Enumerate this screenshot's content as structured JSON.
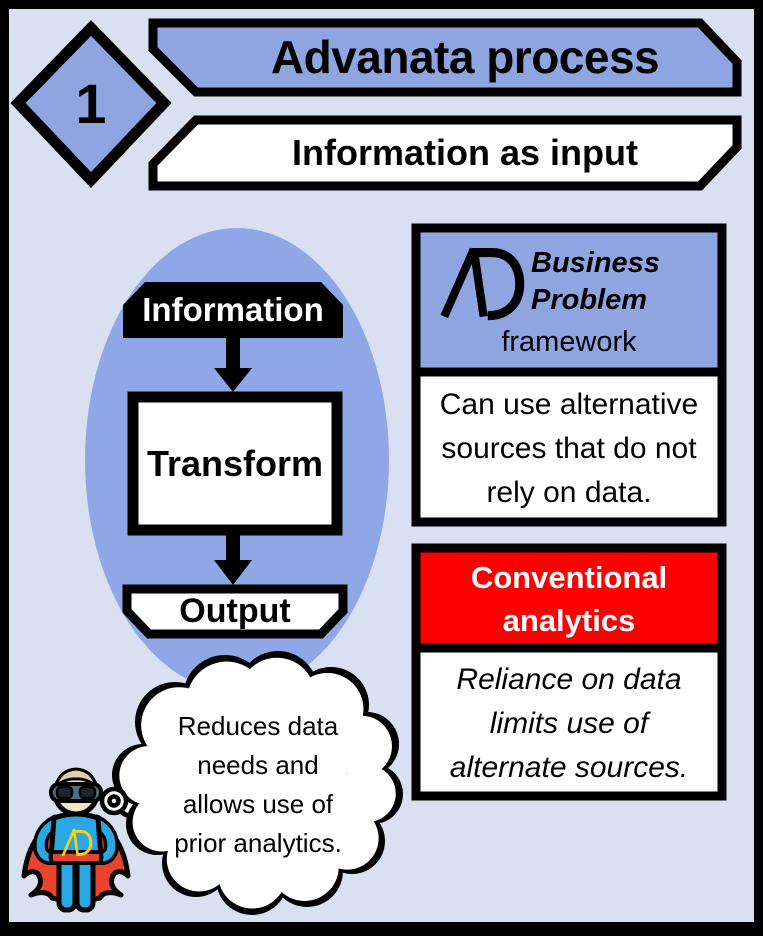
{
  "colors": {
    "background": "#D8E0F2",
    "panel_blue": "#8EA5E2",
    "alert_red": "#FF0000",
    "outline_black": "#000000",
    "card_white": "#FFFFFF",
    "hero_suit_blue": "#29A8E3",
    "hero_cape_red": "#E8432C",
    "hero_skin": "#F2E4C4",
    "logo_yellow": "#F6CE1C"
  },
  "step": {
    "number": "1"
  },
  "header": {
    "title": "Advanata process",
    "subtitle": "Information as input"
  },
  "flow": {
    "input_label": "Information",
    "transform_label": "Transform",
    "output_label": "Output"
  },
  "framework_card": {
    "logo_name": "AD-monogram",
    "brand_line1": "Business",
    "brand_line2": "Problem",
    "brand_line3": "framework",
    "body_lines": [
      "Can use alternative",
      "sources that do not",
      "rely on data."
    ]
  },
  "conventional_card": {
    "title_lines": [
      "Conventional",
      "analytics"
    ],
    "body_lines": [
      "Reliance on data",
      "limits use of",
      "alternate sources."
    ]
  },
  "thought_bubble": {
    "lines": [
      "Reduces data",
      "needs and",
      "allows use of",
      "prior analytics."
    ]
  }
}
